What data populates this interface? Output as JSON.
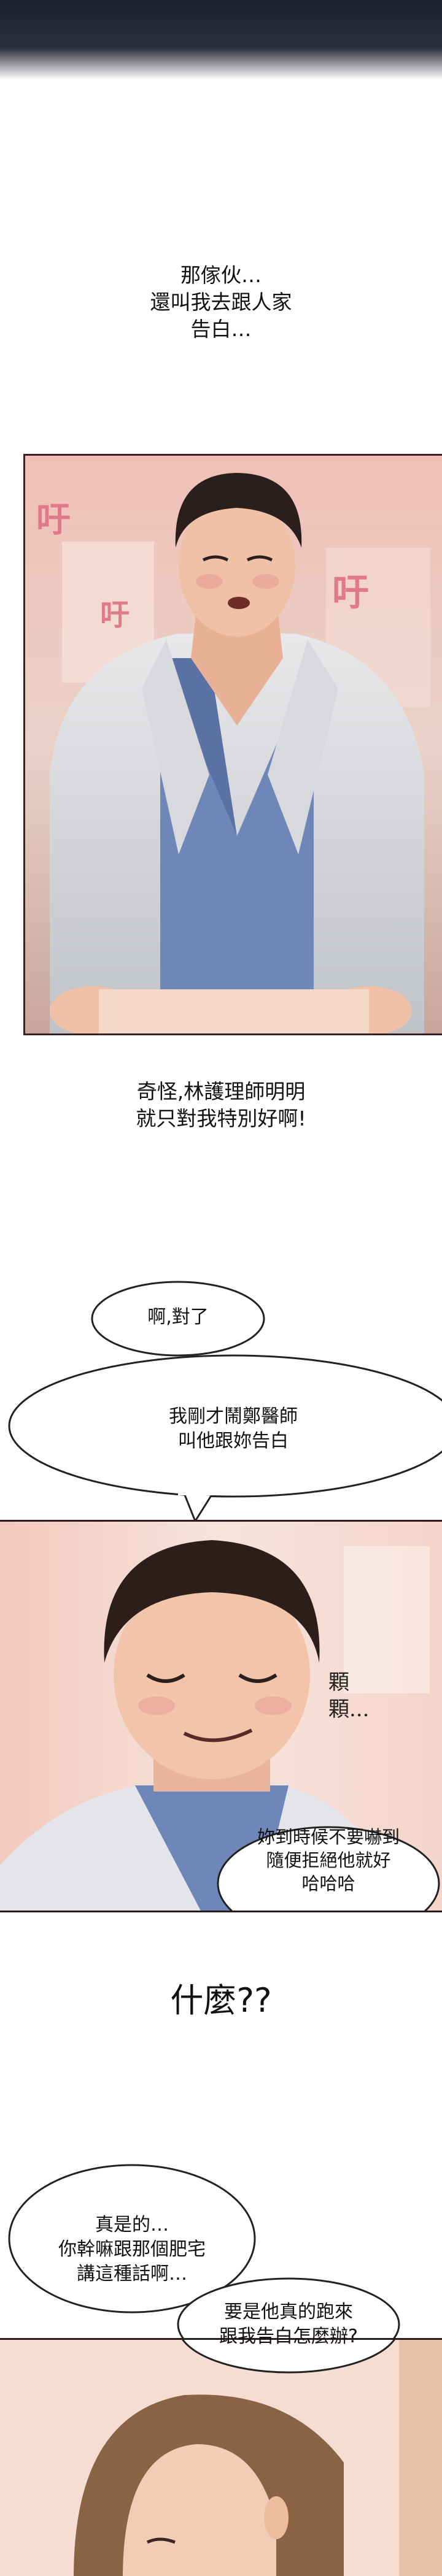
{
  "top_band": {
    "color": "#2a2b3a"
  },
  "narration_1": "那傢伙…\n還叫我去跟人家\n告白…",
  "panel_1": {
    "sfx": [
      "吁",
      "吁",
      "吁"
    ],
    "sfx_color": "#e07a86",
    "border_color": "#3a2020"
  },
  "narration_2": "奇怪,林護理師明明\n就只對我特別好啊!",
  "bubble_1": {
    "text": "啊,對了"
  },
  "bubble_2": {
    "text": "我剛才鬧鄭醫師\n叫他跟妳告白"
  },
  "panel_2": {
    "sfx": "顆\n顆...",
    "bubble_text": "妳到時候不要嚇到\n隨便拒絕他就好\n哈哈哈"
  },
  "exclaim": "什麼??",
  "bubble_3": {
    "text": "真是的…\n你幹嘛跟那個肥宅\n講這種話啊…"
  },
  "bubble_4": {
    "text": "要是他真的跑來\n跟我告白怎麼辦?"
  }
}
